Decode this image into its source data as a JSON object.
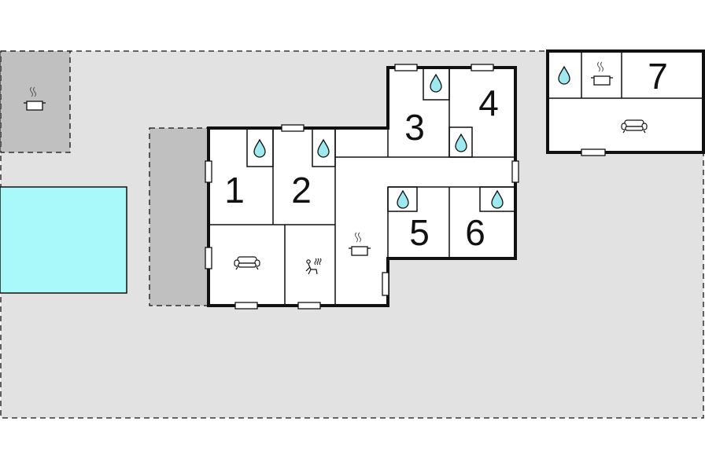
{
  "rooms": {
    "r1": "1",
    "r2": "2",
    "r3": "3",
    "r4": "4",
    "r5": "5",
    "r6": "6",
    "r7": "7"
  },
  "colors": {
    "plot": "#e2e2e2",
    "terrace": "#c0c0c0",
    "pool": "#aaf9fa",
    "water_drop": "#9ee8f0",
    "wall": "#111111",
    "floor": "#ffffff"
  },
  "icons": {
    "bathroom": "water-drop-icon",
    "kitchen": "cooking-pot-icon",
    "living": "sofa-icon",
    "sauna": "sauna-icon"
  }
}
